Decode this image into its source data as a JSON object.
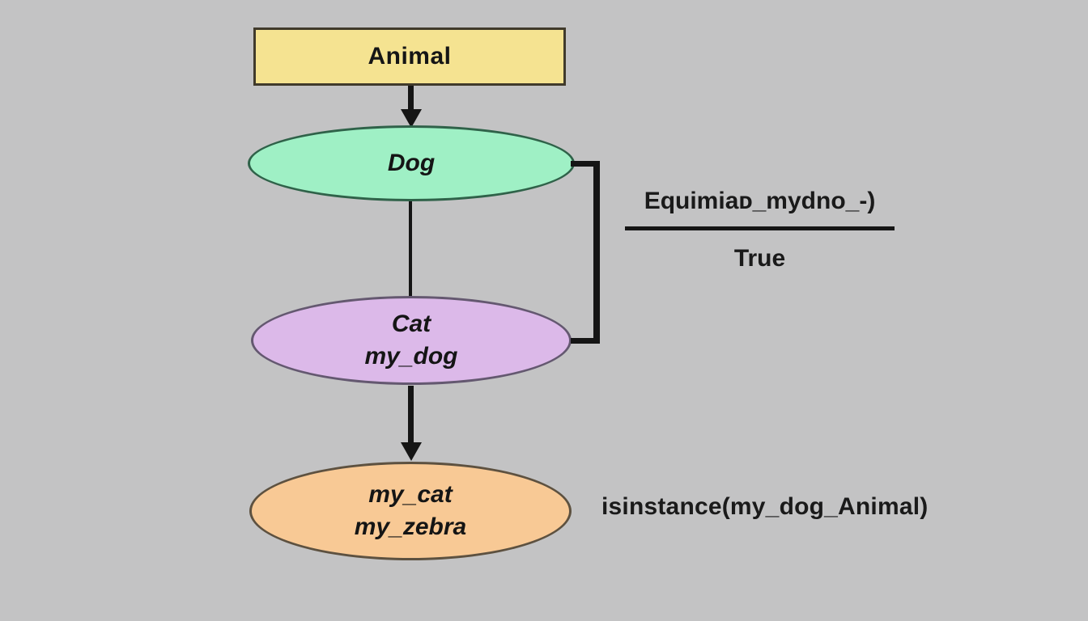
{
  "canvas": {
    "background": "#c3c3c4",
    "line_color": "#151515",
    "text_color": "#1a1a1a"
  },
  "nodes": {
    "animal": {
      "label": "Animal",
      "shape": "rectangle",
      "fill": "#f5e391",
      "border": "#403a2b"
    },
    "dog": {
      "label": "Dog",
      "shape": "ellipse",
      "fill": "#9ff0c5",
      "border": "#2f6249"
    },
    "cat": {
      "lines": [
        "Cat",
        "my_dog"
      ],
      "shape": "ellipse",
      "fill": "#dcb9e9",
      "border": "#645870"
    },
    "instances": {
      "lines": [
        "my_cat",
        "my_zebra"
      ],
      "shape": "ellipse",
      "fill": "#f8c995",
      "border": "#5d5140"
    }
  },
  "edges": [
    {
      "from": "animal",
      "to": "dog",
      "style": "arrow"
    },
    {
      "from": "dog",
      "to": "cat",
      "style": "line"
    },
    {
      "from": "cat",
      "to": "instances",
      "style": "arrow"
    },
    {
      "from": "dog",
      "to": "cat",
      "style": "right-bracket"
    }
  ],
  "annotations": {
    "fraction_numerator": "Equimiaᴅ_mydno_-)",
    "fraction_denominator": "True",
    "caption": "isinstance(my_dog_Animal)"
  }
}
